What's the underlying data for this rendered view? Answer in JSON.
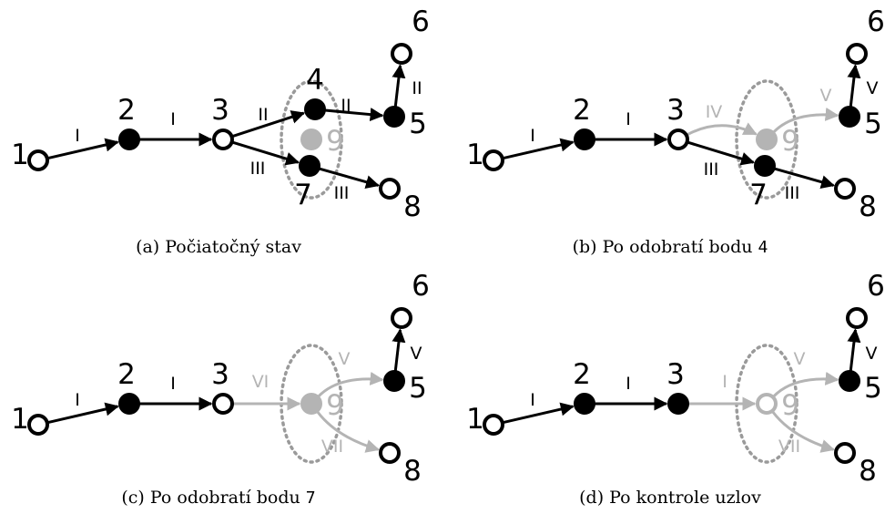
{
  "colors": {
    "black": "#000000",
    "gray": "#b4b4b4",
    "white": "#ffffff",
    "dotted": "#9a9a9a"
  },
  "panels": [
    {
      "id": "a",
      "caption_prefix": "(a) Počiatočný stav",
      "caption_mono": "",
      "nodes": [
        {
          "id": "1",
          "style": "open",
          "label": "1"
        },
        {
          "id": "2",
          "style": "filled",
          "label": "2"
        },
        {
          "id": "3",
          "style": "open",
          "label": "3"
        },
        {
          "id": "4",
          "style": "filled",
          "label": "4"
        },
        {
          "id": "5",
          "style": "filled",
          "label": "5"
        },
        {
          "id": "6",
          "style": "open",
          "label": "6"
        },
        {
          "id": "7",
          "style": "filled",
          "label": "7"
        },
        {
          "id": "8",
          "style": "open",
          "label": "8"
        },
        {
          "id": "9",
          "style": "gray",
          "label": "9"
        }
      ],
      "edges": [
        {
          "from": "1",
          "to": "2",
          "label": "I",
          "color": "black"
        },
        {
          "from": "2",
          "to": "3",
          "label": "I",
          "color": "black"
        },
        {
          "from": "3",
          "to": "4",
          "label": "II",
          "color": "black"
        },
        {
          "from": "4",
          "to": "5",
          "label": "II",
          "color": "black"
        },
        {
          "from": "5",
          "to": "6",
          "label": "II",
          "color": "black"
        },
        {
          "from": "3",
          "to": "7",
          "label": "III",
          "color": "black"
        },
        {
          "from": "7",
          "to": "8",
          "label": "III",
          "color": "black"
        }
      ]
    },
    {
      "id": "b",
      "caption_prefix": "(b) Po odobratí bodu ",
      "caption_mono": "4",
      "nodes": [
        {
          "id": "1",
          "style": "open",
          "label": "1"
        },
        {
          "id": "2",
          "style": "filled",
          "label": "2"
        },
        {
          "id": "3",
          "style": "open",
          "label": "3"
        },
        {
          "id": "5",
          "style": "filled",
          "label": "5"
        },
        {
          "id": "6",
          "style": "open",
          "label": "6"
        },
        {
          "id": "7",
          "style": "filled",
          "label": "7"
        },
        {
          "id": "8",
          "style": "open",
          "label": "8"
        },
        {
          "id": "9",
          "style": "gray",
          "label": "9"
        }
      ],
      "edges": [
        {
          "from": "1",
          "to": "2",
          "label": "I",
          "color": "black"
        },
        {
          "from": "2",
          "to": "3",
          "label": "I",
          "color": "black"
        },
        {
          "from": "3",
          "to": "9",
          "label": "IV",
          "color": "gray"
        },
        {
          "from": "9",
          "to": "5",
          "label": "V",
          "color": "gray"
        },
        {
          "from": "5",
          "to": "6",
          "label": "V",
          "color": "black"
        },
        {
          "from": "3",
          "to": "7",
          "label": "III",
          "color": "black"
        },
        {
          "from": "7",
          "to": "8",
          "label": "III",
          "color": "black"
        }
      ]
    },
    {
      "id": "c",
      "caption_prefix": "(c) Po odobratí bodu ",
      "caption_mono": "7",
      "nodes": [
        {
          "id": "1",
          "style": "open",
          "label": "1"
        },
        {
          "id": "2",
          "style": "filled",
          "label": "2"
        },
        {
          "id": "3",
          "style": "open",
          "label": "3"
        },
        {
          "id": "5",
          "style": "filled",
          "label": "5"
        },
        {
          "id": "6",
          "style": "open",
          "label": "6"
        },
        {
          "id": "8",
          "style": "open",
          "label": "8"
        },
        {
          "id": "9",
          "style": "gray",
          "label": "9"
        }
      ],
      "edges": [
        {
          "from": "1",
          "to": "2",
          "label": "I",
          "color": "black"
        },
        {
          "from": "2",
          "to": "3",
          "label": "I",
          "color": "black"
        },
        {
          "from": "3",
          "to": "9",
          "label": "VI",
          "color": "gray"
        },
        {
          "from": "9",
          "to": "5",
          "label": "V",
          "color": "gray"
        },
        {
          "from": "5",
          "to": "6",
          "label": "V",
          "color": "black"
        },
        {
          "from": "9",
          "to": "8",
          "label": "VII",
          "color": "gray"
        }
      ]
    },
    {
      "id": "d",
      "caption_prefix": "(d) Po kontrole uzlov",
      "caption_mono": "",
      "nodes": [
        {
          "id": "1",
          "style": "open",
          "label": "1"
        },
        {
          "id": "2",
          "style": "filled",
          "label": "2"
        },
        {
          "id": "3",
          "style": "filled",
          "label": "3"
        },
        {
          "id": "5",
          "style": "filled",
          "label": "5"
        },
        {
          "id": "6",
          "style": "open",
          "label": "6"
        },
        {
          "id": "8",
          "style": "open",
          "label": "8"
        },
        {
          "id": "9",
          "style": "grayopen",
          "label": "9"
        }
      ],
      "edges": [
        {
          "from": "1",
          "to": "2",
          "label": "I",
          "color": "black"
        },
        {
          "from": "2",
          "to": "3",
          "label": "I",
          "color": "black"
        },
        {
          "from": "3",
          "to": "9",
          "label": "I",
          "color": "gray"
        },
        {
          "from": "9",
          "to": "5",
          "label": "V",
          "color": "gray"
        },
        {
          "from": "5",
          "to": "6",
          "label": "V",
          "color": "black"
        },
        {
          "from": "9",
          "to": "8",
          "label": "VII",
          "color": "gray"
        }
      ]
    }
  ]
}
